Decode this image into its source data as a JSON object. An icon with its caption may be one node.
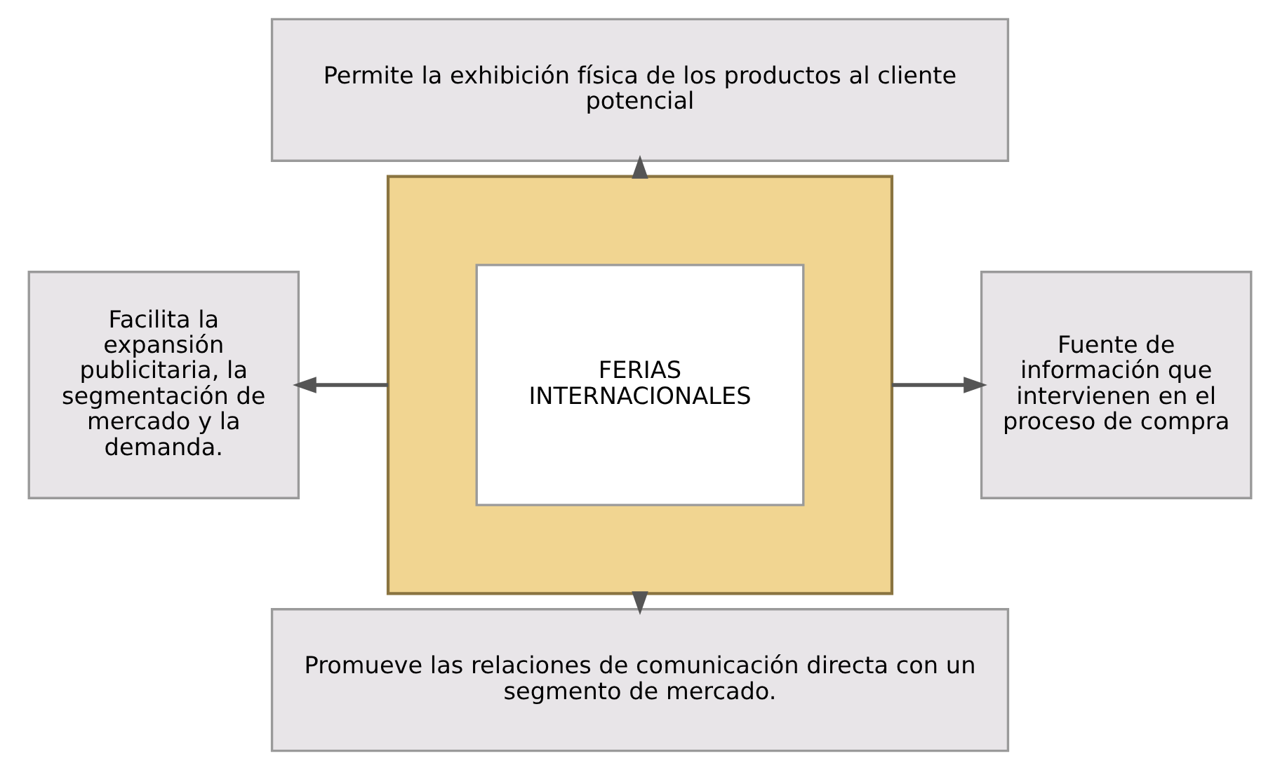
{
  "diagram": {
    "nodes": [
      {
        "text": [
          "Permite la exhibición física de los productos al cliente potencial"
        ]
      },
      {
        "text": [
          "Facilita la expansión publicitaria, la segmentación de mercado y la demanda."
        ]
      },
      {
        "text": [],
        "shape": "box"
      },
      {
        "text": [
          "FERIAS INTERNACIONALES"
        ],
        "in": 2
      },
      {
        "text": [
          "Fuente de información que intervienen en el proceso de compra"
        ]
      },
      {
        "text": [
          "Promueve las relaciones de comunicación directa con un segmento de mercado."
        ]
      }
    ],
    "edges": [
      {
        "from": 2,
        "to": 0,
        "arrow": "to"
      },
      {
        "from": 2,
        "to": 1,
        "arrow": "to"
      },
      {
        "from": 2,
        "to": 4,
        "arrow": "to"
      },
      {
        "from": 2,
        "to": 5,
        "arrow": "to"
      }
    ]
  }
}
